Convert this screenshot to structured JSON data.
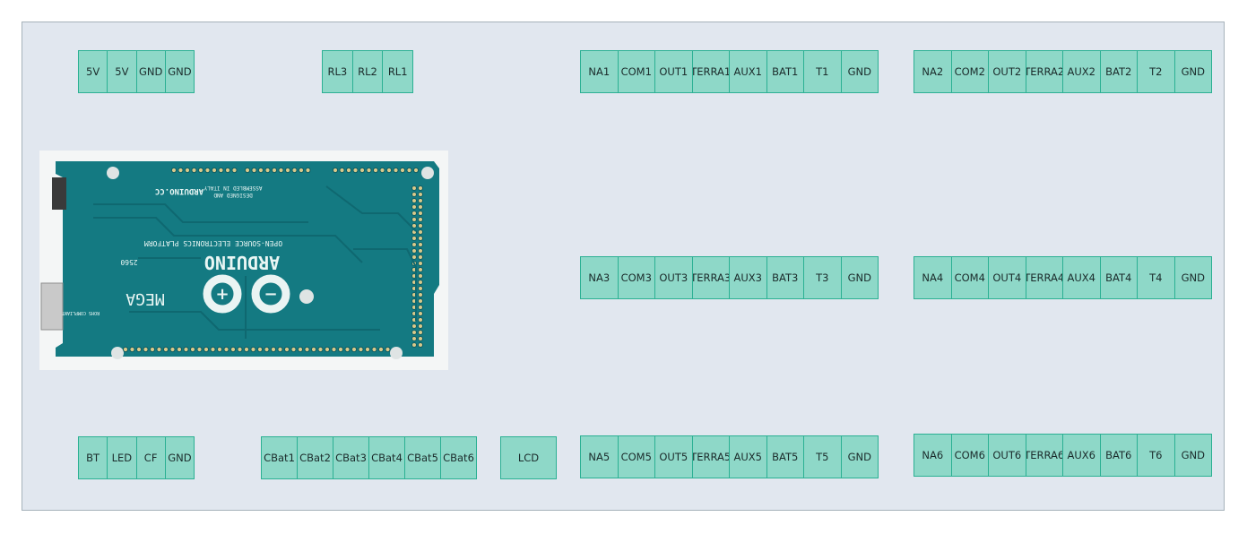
{
  "terminal_blocks": [
    {
      "id": "power",
      "terminals": [
        "5V",
        "5V",
        "GND",
        "GND"
      ]
    },
    {
      "id": "relays",
      "terminals": [
        "RL3",
        "RL2",
        "RL1"
      ]
    },
    {
      "id": "ch1",
      "terminals": [
        "NA1",
        "COM1",
        "OUT1",
        "TERRA1",
        "AUX1",
        "BAT1",
        "T1",
        "GND"
      ]
    },
    {
      "id": "ch2",
      "terminals": [
        "NA2",
        "COM2",
        "OUT2",
        "TERRA2",
        "AUX2",
        "BAT2",
        "T2",
        "GND"
      ]
    },
    {
      "id": "ch3",
      "terminals": [
        "NA3",
        "COM3",
        "OUT3",
        "TERRA3",
        "AUX3",
        "BAT3",
        "T3",
        "GND"
      ]
    },
    {
      "id": "ch4",
      "terminals": [
        "NA4",
        "COM4",
        "OUT4",
        "TERRA4",
        "AUX4",
        "BAT4",
        "T4",
        "GND"
      ]
    },
    {
      "id": "bt-led",
      "terminals": [
        "BT",
        "LED",
        "CF",
        "GND"
      ]
    },
    {
      "id": "cbat",
      "terminals": [
        "CBat1",
        "CBat2",
        "CBat3",
        "CBat4",
        "CBat5",
        "CBat6"
      ]
    },
    {
      "id": "lcd",
      "terminals": [
        "LCD"
      ]
    },
    {
      "id": "ch5",
      "terminals": [
        "NA5",
        "COM5",
        "OUT5",
        "TERRA5",
        "AUX5",
        "BAT5",
        "T5",
        "GND"
      ]
    },
    {
      "id": "ch6",
      "terminals": [
        "NA6",
        "COM6",
        "OUT6",
        "TERRA6",
        "AUX6",
        "BAT6",
        "T6",
        "GND"
      ]
    }
  ],
  "arduino": {
    "brand": "ARDUINO",
    "model": "MEGA",
    "model_number": "2560",
    "site": "ARDUINO.CC",
    "platform": "OPEN-SOURCE ELECTRONICS PLATFORM",
    "assembled": "ASSEMBLED IN ITALY",
    "designed": "DESIGNED AND",
    "compliance": "ROHS COMPLIANT"
  },
  "colors": {
    "panel_bg": "#e1e7ef",
    "panel_border": "#a6b2ba",
    "terminal_fill": "#8ed8c8",
    "terminal_border": "#2bb093",
    "pcb": "#147a82"
  }
}
